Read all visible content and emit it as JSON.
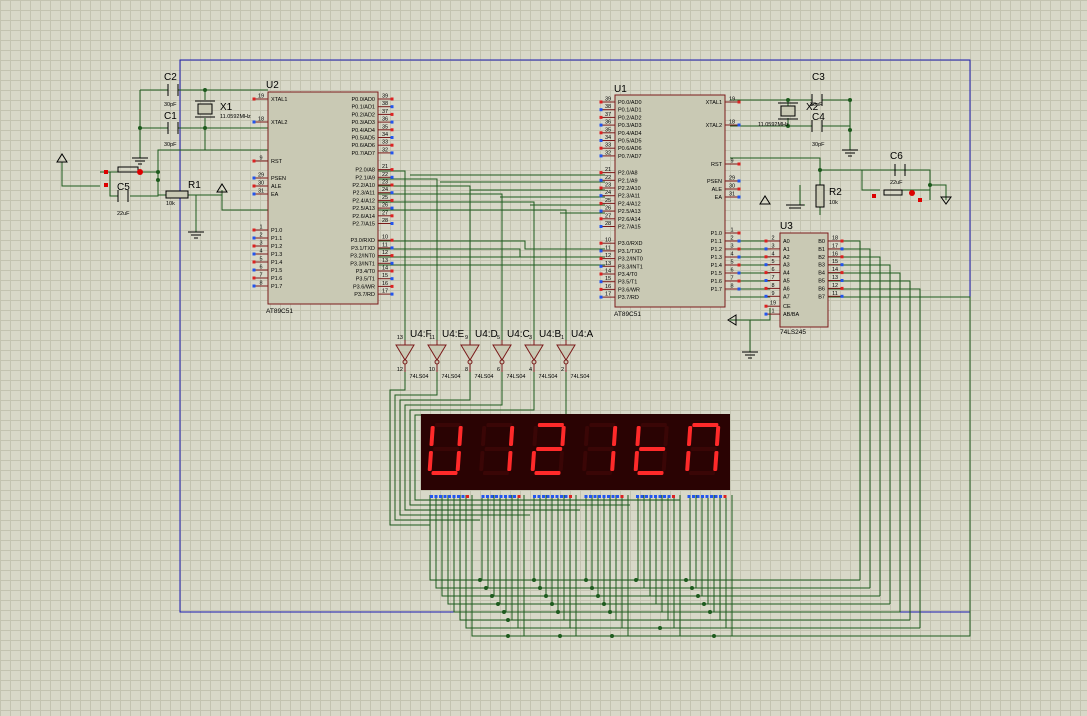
{
  "u2": {
    "ref": "U2",
    "part": "AT89C51",
    "left_pins": [
      {
        "num": "19",
        "name": "XTAL1"
      },
      {
        "num": "18",
        "name": "XTAL2"
      },
      {
        "num": "9",
        "name": "RST"
      },
      {
        "num": "29",
        "name": "PSEN"
      },
      {
        "num": "30",
        "name": "ALE"
      },
      {
        "num": "31",
        "name": "EA"
      },
      {
        "num": "1",
        "name": "P1.0"
      },
      {
        "num": "2",
        "name": "P1.1"
      },
      {
        "num": "3",
        "name": "P1.2"
      },
      {
        "num": "4",
        "name": "P1.3"
      },
      {
        "num": "5",
        "name": "P1.4"
      },
      {
        "num": "6",
        "name": "P1.5"
      },
      {
        "num": "7",
        "name": "P1.6"
      },
      {
        "num": "8",
        "name": "P1.7"
      }
    ],
    "right_pins": [
      {
        "num": "39",
        "name": "P0.0/AD0"
      },
      {
        "num": "38",
        "name": "P0.1/AD1"
      },
      {
        "num": "37",
        "name": "P0.2/AD2"
      },
      {
        "num": "36",
        "name": "P0.3/AD3"
      },
      {
        "num": "35",
        "name": "P0.4/AD4"
      },
      {
        "num": "34",
        "name": "P0.5/AD5"
      },
      {
        "num": "33",
        "name": "P0.6/AD6"
      },
      {
        "num": "32",
        "name": "P0.7/AD7"
      },
      {
        "num": "21",
        "name": "P2.0/A8"
      },
      {
        "num": "22",
        "name": "P2.1/A9"
      },
      {
        "num": "23",
        "name": "P2.2/A10"
      },
      {
        "num": "24",
        "name": "P2.3/A11"
      },
      {
        "num": "25",
        "name": "P2.4/A12"
      },
      {
        "num": "26",
        "name": "P2.5/A13"
      },
      {
        "num": "27",
        "name": "P2.6/A14"
      },
      {
        "num": "28",
        "name": "P2.7/A15"
      },
      {
        "num": "10",
        "name": "P3.0/RXD"
      },
      {
        "num": "11",
        "name": "P3.1/TXD"
      },
      {
        "num": "12",
        "name": "P3.2/INT0"
      },
      {
        "num": "13",
        "name": "P3.3/INT1"
      },
      {
        "num": "14",
        "name": "P3.4/T0"
      },
      {
        "num": "15",
        "name": "P3.5/T1"
      },
      {
        "num": "16",
        "name": "P3.6/WR"
      },
      {
        "num": "17",
        "name": "P3.7/RD"
      }
    ]
  },
  "u1": {
    "ref": "U1",
    "part": "AT89C51",
    "left_pins": [
      {
        "num": "39",
        "name": "P0.0/AD0"
      },
      {
        "num": "38",
        "name": "P0.1/AD1"
      },
      {
        "num": "37",
        "name": "P0.2/AD2"
      },
      {
        "num": "36",
        "name": "P0.3/AD3"
      },
      {
        "num": "35",
        "name": "P0.4/AD4"
      },
      {
        "num": "34",
        "name": "P0.5/AD5"
      },
      {
        "num": "33",
        "name": "P0.6/AD6"
      },
      {
        "num": "32",
        "name": "P0.7/AD7"
      },
      {
        "num": "21",
        "name": "P2.0/A8"
      },
      {
        "num": "22",
        "name": "P2.1/A9"
      },
      {
        "num": "23",
        "name": "P2.2/A10"
      },
      {
        "num": "24",
        "name": "P2.3/A11"
      },
      {
        "num": "25",
        "name": "P2.4/A12"
      },
      {
        "num": "26",
        "name": "P2.5/A13"
      },
      {
        "num": "27",
        "name": "P2.6/A14"
      },
      {
        "num": "28",
        "name": "P2.7/A15"
      },
      {
        "num": "10",
        "name": "P3.0/RXD"
      },
      {
        "num": "11",
        "name": "P3.1/TXD"
      },
      {
        "num": "12",
        "name": "P3.2/INT0"
      },
      {
        "num": "13",
        "name": "P3.3/INT1"
      },
      {
        "num": "14",
        "name": "P3.4/T0"
      },
      {
        "num": "15",
        "name": "P3.5/T1"
      },
      {
        "num": "16",
        "name": "P3.6/WR"
      },
      {
        "num": "17",
        "name": "P3.7/RD"
      }
    ],
    "right_pins": [
      {
        "num": "19",
        "name": "XTAL1"
      },
      {
        "num": "18",
        "name": "XTAL2"
      },
      {
        "num": "9",
        "name": "RST"
      },
      {
        "num": "29",
        "name": "PSEN"
      },
      {
        "num": "30",
        "name": "ALE"
      },
      {
        "num": "31",
        "name": "EA"
      },
      {
        "num": "1",
        "name": "P1.0"
      },
      {
        "num": "2",
        "name": "P1.1"
      },
      {
        "num": "3",
        "name": "P1.2"
      },
      {
        "num": "4",
        "name": "P1.3"
      },
      {
        "num": "5",
        "name": "P1.4"
      },
      {
        "num": "6",
        "name": "P1.5"
      },
      {
        "num": "7",
        "name": "P1.6"
      },
      {
        "num": "8",
        "name": "P1.7"
      }
    ]
  },
  "u3": {
    "ref": "U3",
    "part": "74LS245",
    "left_pins": [
      {
        "num": "2",
        "name": "A0"
      },
      {
        "num": "3",
        "name": "A1"
      },
      {
        "num": "4",
        "name": "A2"
      },
      {
        "num": "5",
        "name": "A3"
      },
      {
        "num": "6",
        "name": "A4"
      },
      {
        "num": "7",
        "name": "A5"
      },
      {
        "num": "8",
        "name": "A6"
      },
      {
        "num": "9",
        "name": "A7"
      },
      {
        "num": "19",
        "name": "CE"
      },
      {
        "num": "1",
        "name": "AB/BA"
      }
    ],
    "right_pins": [
      {
        "num": "18",
        "name": "B0"
      },
      {
        "num": "17",
        "name": "B1"
      },
      {
        "num": "16",
        "name": "B2"
      },
      {
        "num": "15",
        "name": "B3"
      },
      {
        "num": "14",
        "name": "B4"
      },
      {
        "num": "13",
        "name": "B5"
      },
      {
        "num": "12",
        "name": "B6"
      },
      {
        "num": "11",
        "name": "B7"
      }
    ]
  },
  "passives": {
    "c2": {
      "ref": "C2",
      "value": "30pF"
    },
    "c1": {
      "ref": "C1",
      "value": "30pF"
    },
    "x1": {
      "ref": "X1",
      "value": "11.0592MHz"
    },
    "c5": {
      "ref": "C5",
      "value": "22uF"
    },
    "r1": {
      "ref": "R1",
      "value": "10k"
    },
    "c3": {
      "ref": "C3",
      "value": "30pF"
    },
    "c4": {
      "ref": "C4",
      "value": "30pF"
    },
    "x2": {
      "ref": "X2",
      "value": "11.0592MHz"
    },
    "c6": {
      "ref": "C6",
      "value": "22uF"
    },
    "r2": {
      "ref": "R2",
      "value": "10k"
    }
  },
  "inverters": [
    {
      "ref": "U4:F",
      "part": "74LS04",
      "in": "13",
      "out": "12"
    },
    {
      "ref": "U4:E",
      "part": "74LS04",
      "in": "11",
      "out": "10"
    },
    {
      "ref": "U4:D",
      "part": "74LS04",
      "in": "9",
      "out": "8"
    },
    {
      "ref": "U4:C",
      "part": "74LS04",
      "in": "5",
      "out": "6"
    },
    {
      "ref": "U4:B",
      "part": "74LS04",
      "in": "3",
      "out": "4"
    },
    {
      "ref": "U4:A",
      "part": "74LS04",
      "in": "1",
      "out": "2"
    }
  ],
  "display": {
    "digits": [
      {
        "segments": [
          "b",
          "c",
          "d",
          "e",
          "f"
        ]
      },
      {
        "segments": [
          "b",
          "c"
        ]
      },
      {
        "segments": [
          "a",
          "b",
          "g",
          "e",
          "d"
        ]
      },
      {
        "segments": [
          "b",
          "c"
        ]
      },
      {
        "segments": [
          "d",
          "e",
          "f",
          "g"
        ]
      },
      {
        "segments": [
          "a",
          "b",
          "c",
          "e",
          "f"
        ]
      }
    ]
  },
  "colors": {
    "background": "#d8d8c8",
    "grid": "#c3c3b0",
    "wire": "#1d5a1d",
    "chip_body": "#c9c9b4",
    "chip_border": "#7a1a1a",
    "frame": "#1a1ab0",
    "segment_on": "#ff2a2a",
    "segment_off": "#3a0606",
    "display_body": "#2a0303"
  }
}
